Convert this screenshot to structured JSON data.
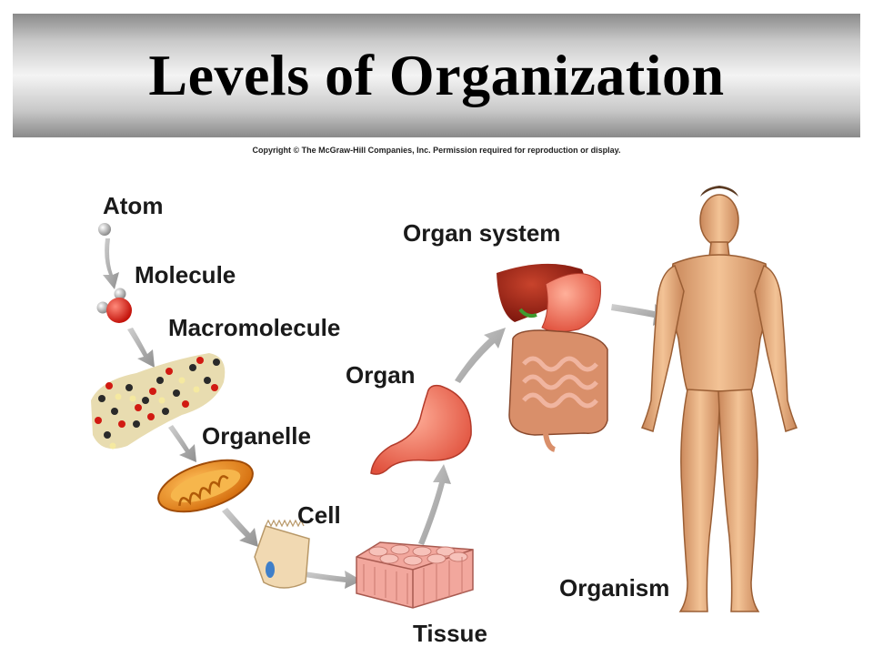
{
  "title": "Levels of Organization",
  "copyright": "Copyright © The McGraw-Hill Companies, Inc. Permission required for reproduction or display.",
  "levels": {
    "atom": "Atom",
    "molecule": "Molecule",
    "macromolecule": "Macromolecule",
    "organelle": "Organelle",
    "cell": "Cell",
    "tissue": "Tissue",
    "organ": "Organ",
    "organ_system": "Organ system",
    "organism": "Organism"
  }
}
